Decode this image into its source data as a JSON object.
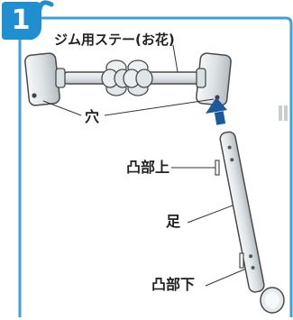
{
  "step": {
    "number": "1"
  },
  "labels": {
    "title": "ジム用ステー(お花)",
    "hole": "穴",
    "boss_upper": "凸部上",
    "leg": "足",
    "boss_lower": "凸部下"
  },
  "colors": {
    "panel_border": "#3ea0d8",
    "badge": "#1f8fd0",
    "arrow": "#1a5a9a",
    "part_fill": "#e8ecee",
    "part_stroke": "#4a4a4a"
  }
}
